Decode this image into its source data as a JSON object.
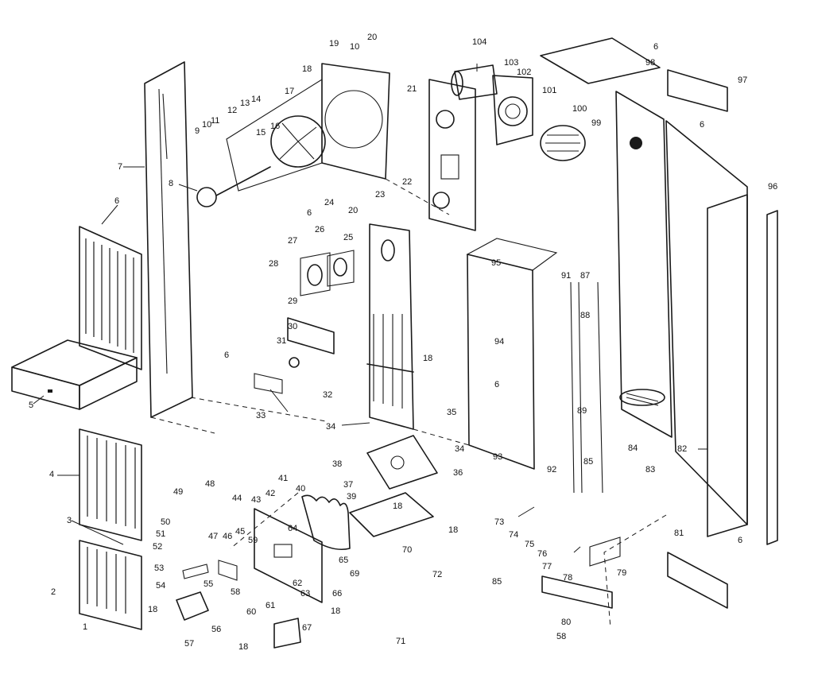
{
  "callouts": [
    "1",
    "2",
    "3",
    "4",
    "5",
    "6",
    "7",
    "8",
    "9",
    "10",
    "11",
    "12",
    "13",
    "14",
    "15",
    "16",
    "17",
    "18",
    "19",
    "20",
    "21",
    "22",
    "23",
    "24",
    "25",
    "26",
    "27",
    "28",
    "29",
    "30",
    "31",
    "32",
    "33",
    "34",
    "35",
    "36",
    "37",
    "38",
    "39",
    "40",
    "41",
    "42",
    "43",
    "44",
    "45",
    "46",
    "47",
    "48",
    "49",
    "50",
    "51",
    "52",
    "53",
    "54",
    "55",
    "56",
    "57",
    "58",
    "59",
    "60",
    "61",
    "62",
    "63",
    "64",
    "65",
    "66",
    "67",
    "69",
    "70",
    "71",
    "72",
    "73",
    "74",
    "75",
    "76",
    "77",
    "78",
    "79",
    "80",
    "81",
    "82",
    "83",
    "84",
    "85",
    "87",
    "88",
    "89",
    "91",
    "92",
    "93",
    "94",
    "95",
    "96",
    "97",
    "98",
    "99",
    "100",
    "101",
    "102",
    "103",
    "104"
  ]
}
